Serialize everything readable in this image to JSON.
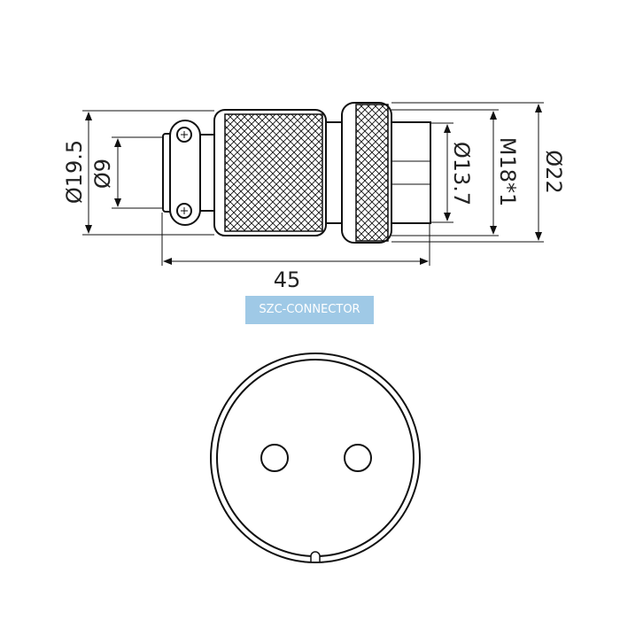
{
  "dimensions": {
    "left_outer_diameter": "Ø19.5",
    "left_inner_diameter": "Ø9",
    "overall_length": "45",
    "inner_diameter": "Ø13.7",
    "thread": "M18*1",
    "outer_diameter": "Ø22"
  },
  "brand": {
    "label": "SZC-CONNECTOR"
  },
  "colors": {
    "line": "#111111",
    "label_bg": "#9fc9e6",
    "label_text": "#ffffff"
  },
  "front_view": {
    "pin_count": 2
  }
}
